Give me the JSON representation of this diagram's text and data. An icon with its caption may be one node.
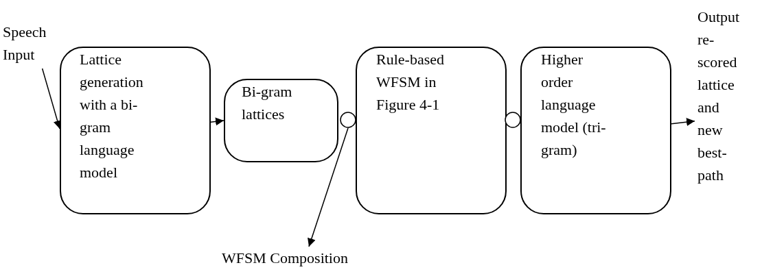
{
  "diagram": {
    "nodes": [
      {
        "text": [
          "Speech Input"
        ]
      },
      {
        "text": [
          "Lattice generation with a bi-gram language model"
        ]
      },
      {
        "text": [
          "Bi-gram lattices"
        ]
      },
      {
        "text": [],
        "shape": "circle"
      },
      {
        "text": [
          "Rule-based WFSM in Figure 4-1"
        ]
      },
      {
        "text": [],
        "shape": "circle"
      },
      {
        "text": [
          "Higher order language model (tri-gram)"
        ]
      },
      {
        "text": [
          "Output re-scored lattice and new best-path"
        ]
      },
      {
        "text": [
          "WFSM Composition"
        ]
      }
    ],
    "edges": [
      {
        "from": 0,
        "to": 1,
        "arrow": "to"
      },
      {
        "from": 1,
        "to": 2,
        "arrow": "to"
      },
      {
        "from": 3,
        "to": 8,
        "arrow": "to"
      },
      {
        "from": 6,
        "to": 7,
        "arrow": "to"
      }
    ]
  }
}
